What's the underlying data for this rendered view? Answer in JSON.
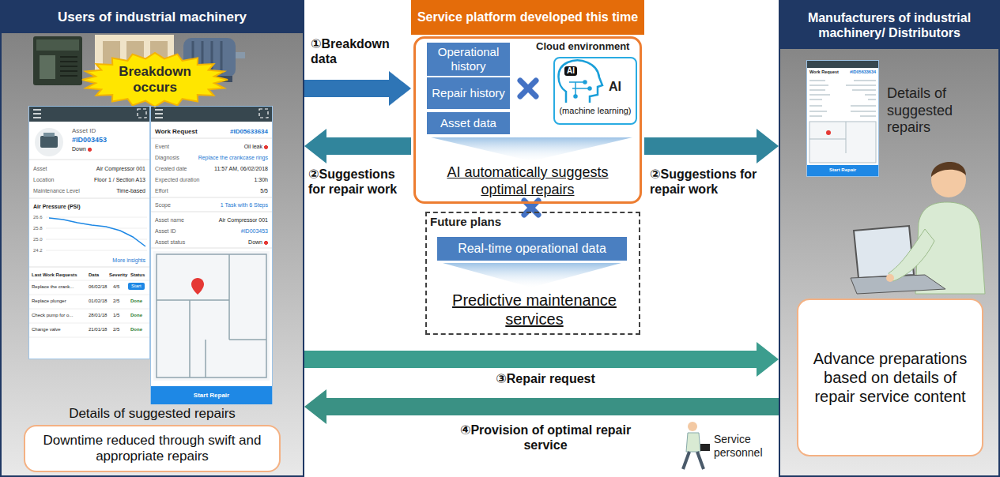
{
  "diagram": {
    "nodes": [
      {
        "text": [
          "Users of industrial machinery",
          "Details of suggested repairs"
        ]
      },
      {
        "text": [
          "Breakdown occurs"
        ],
        "in": 0
      },
      {
        "text": [
          "Asset ID",
          "#ID003453",
          "Down",
          "Asset",
          "Air Compressor 001",
          "Location",
          "Floor 1 / Section A13",
          "Maintenance Level",
          "Time-based",
          "Air Pressure (PSI)",
          "26.6",
          "25.8",
          "25.0",
          "24.2",
          "More insights",
          "Last Work Requests",
          "Data",
          "Severity",
          "Status",
          "Replace the crank...",
          "06/02/18",
          "4/5",
          "Start",
          "Replace plunger",
          "01/02/18",
          "2/5",
          "Done",
          "Check pump for o...",
          "28/01/18",
          "1/5",
          "Done",
          "Change valve",
          "21/01/18",
          "2/5",
          "Done"
        ],
        "in": 0
      },
      {
        "text": [
          "Work Request",
          "#ID05633634",
          "Event",
          "Oil leak",
          "Diagnosis",
          "Replace the crankcase rings",
          "Created date",
          "11:57 AM, 06/02/2018",
          "Expected duration",
          "1:30h",
          "Effort",
          "5/5",
          "Scope",
          "1 Task with 6 Steps",
          "Asset name",
          "Air Compressor 001",
          "Asset ID",
          "#ID003453",
          "Asset status",
          "Down",
          "Start Repair"
        ],
        "in": 0
      },
      {
        "text": [
          "Downtime reduced through swift and appropriate repairs"
        ],
        "in": 0
      },
      {
        "text": [
          "Service platform developed this time"
        ]
      },
      {
        "text": [
          "Cloud environment",
          "AI automatically suggests optimal repairs"
        ],
        "in": 5
      },
      {
        "text": [
          "Operational history"
        ],
        "in": 6
      },
      {
        "text": [
          "Repair history"
        ],
        "in": 6
      },
      {
        "text": [
          "Asset data"
        ],
        "in": 6
      },
      {
        "text": [
          "AI",
          "AI",
          "(machine learning)"
        ],
        "in": 6
      },
      {
        "text": [
          "Future plans",
          "Predictive maintenance services"
        ],
        "in": 5
      },
      {
        "text": [
          "Real-time operational data"
        ],
        "in": 11
      },
      {
        "text": [
          "Manufacturers of industrial machinery/ Distributors",
          "Details of suggested repairs"
        ]
      },
      {
        "text": [
          "Work Request",
          "#ID05633634",
          "Start Repair"
        ],
        "in": 13
      },
      {
        "text": [
          "Advance preparations based on details of repair service content"
        ],
        "in": 13
      }
    ],
    "edges": [
      {
        "from": 0,
        "to": 5,
        "arrow": "to",
        "label": "①Breakdown data"
      },
      {
        "from": 5,
        "to": 0,
        "arrow": "to",
        "label": "②Suggestions for repair work"
      },
      {
        "from": 5,
        "to": 13,
        "arrow": "to",
        "label": "②Suggestions for repair work"
      },
      {
        "from": 0,
        "to": 13,
        "arrow": "to",
        "label": "③Repair request"
      },
      {
        "from": 13,
        "to": 0,
        "arrow": "to",
        "label": "④Provision of optimal repair service"
      }
    ],
    "labels": [
      "Service personnel"
    ]
  }
}
